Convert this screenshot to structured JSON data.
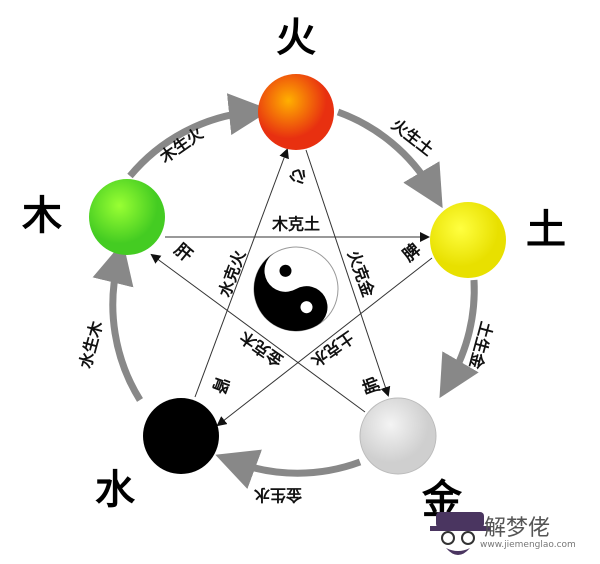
{
  "elements": {
    "fire": {
      "label": "火",
      "color": "#f04a10"
    },
    "earth": {
      "label": "土",
      "color": "#f5f000"
    },
    "metal": {
      "label": "金",
      "color": "#e0e0e0"
    },
    "water": {
      "label": "水",
      "color": "#000000"
    },
    "wood": {
      "label": "木",
      "color": "#66dd22"
    }
  },
  "generation": {
    "wood_fire": "木生火",
    "fire_earth": "火生土",
    "earth_metal": "土生金",
    "metal_water": "金生水",
    "water_wood": "水生木"
  },
  "control": {
    "wood_earth": "木克土",
    "water_fire": "水克火",
    "fire_metal": "火克金",
    "earth_water": "土克水",
    "metal_wood": "金克木"
  },
  "organs": {
    "heart": "心",
    "liver": "肝",
    "spleen": "脾",
    "lung": "肺",
    "kidney": "肾"
  },
  "watermark": {
    "brand": "解梦佬",
    "url": "www.jiemenglao.com"
  }
}
